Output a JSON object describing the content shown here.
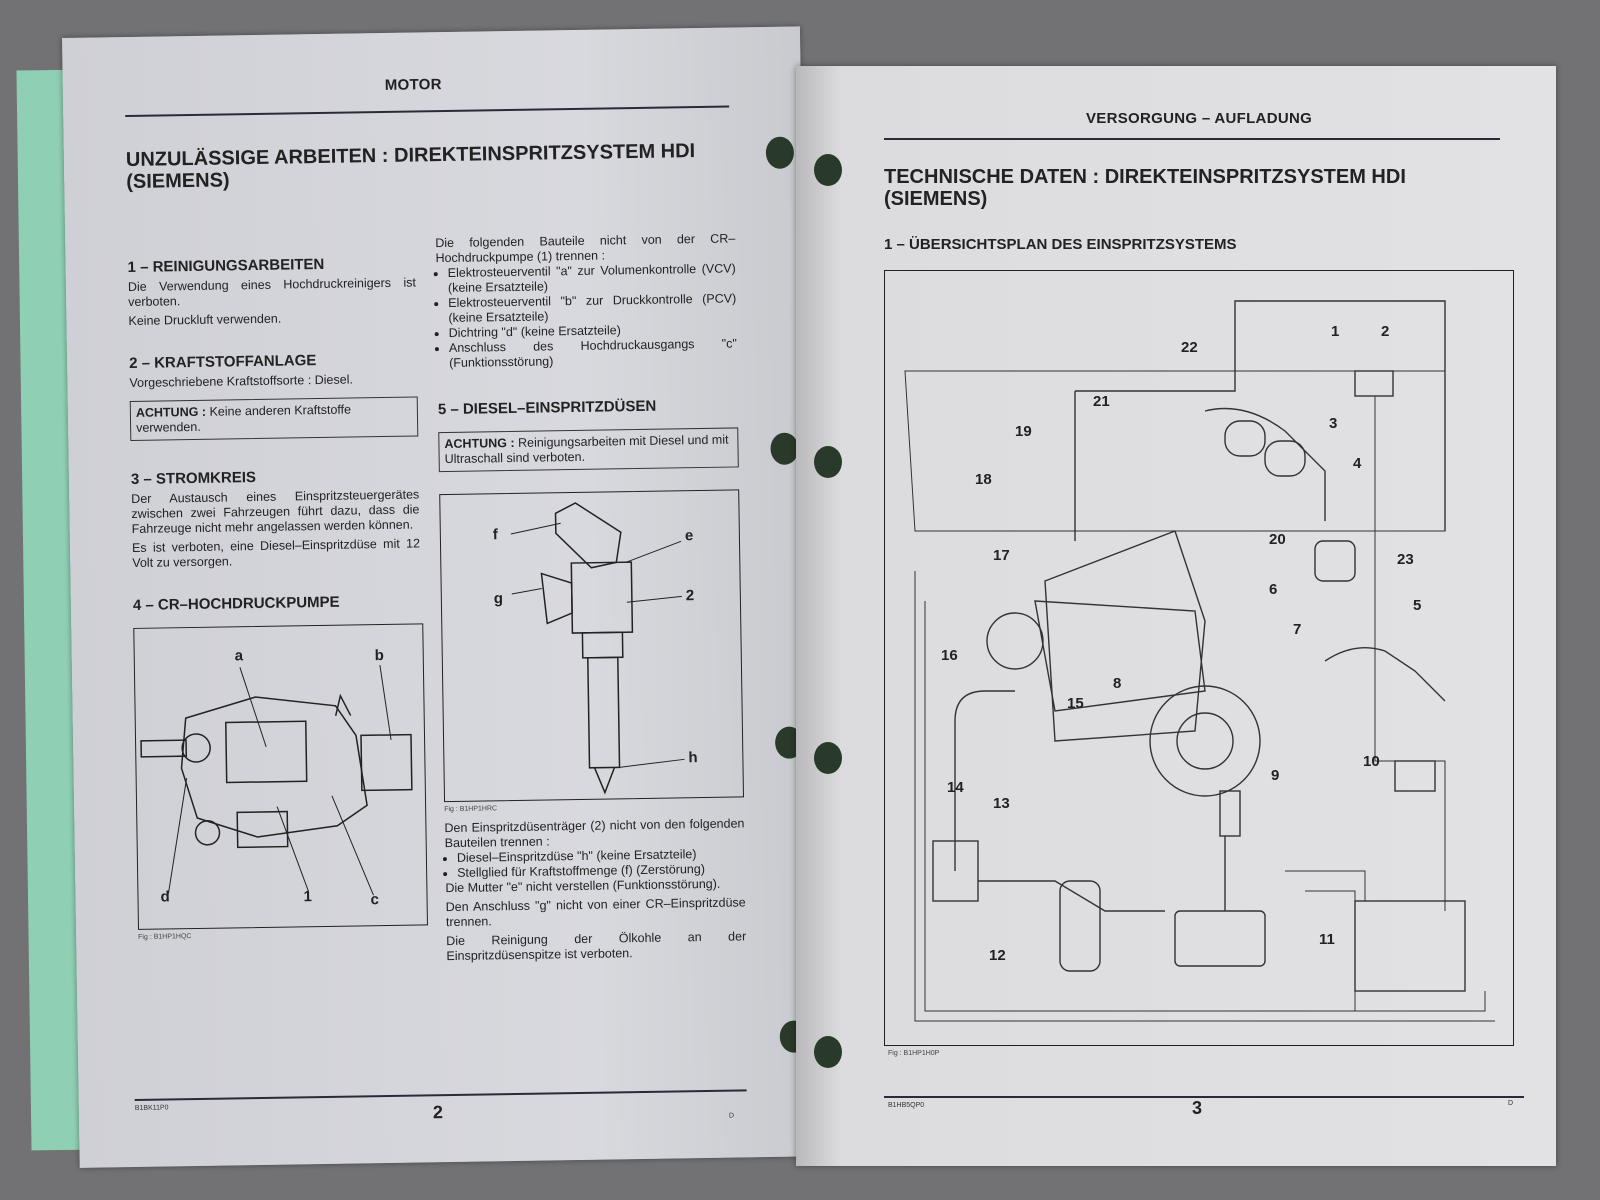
{
  "left_page": {
    "header": "MOTOR",
    "title_line1": "UNZULÄSSIGE ARBEITEN : DIREKTEINSPRITZSYSTEM HDI",
    "title_line2": "(SIEMENS)",
    "sections": {
      "s1": {
        "heading": "1 – REINIGUNGSARBEITEN",
        "p1": "Die Verwendung eines Hochdruckreinigers ist verboten.",
        "p2": "Keine Druckluft verwenden."
      },
      "s2": {
        "heading": "2 – KRAFTSTOFFANLAGE",
        "p1": "Vorgeschriebene Kraftstoffsorte : Diesel.",
        "warn_label": "ACHTUNG :",
        "warn_text": " Keine anderen Kraftstoffe verwenden."
      },
      "s3": {
        "heading": "3 – STROMKREIS",
        "p1": "Der Austausch eines Einspritzsteuergerätes zwischen zwei Fahrzeugen führt dazu, dass die Fahrzeuge nicht mehr angelassen werden können.",
        "p2": "Es ist verboten, eine Diesel–Einspritzdüse mit 12 Volt zu versorgen."
      },
      "s4": {
        "heading": "4 – CR–HOCHDRUCKPUMPE",
        "fig_caption": "Fig : B1HP1HQC",
        "labels": [
          "a",
          "b",
          "d",
          "1",
          "c"
        ]
      },
      "s4_right": {
        "intro": "Die folgenden Bauteile nicht von der CR–Hochdruckpumpe (1) trennen :",
        "items": [
          "Elektrosteuerventil \"a\" zur Volumenkontrolle (VCV) (keine Ersatzteile)",
          "Elektrosteuerventil \"b\" zur Druckkontrolle (PCV) (keine Ersatzteile)",
          "Dichtring \"d\" (keine Ersatzteile)",
          "Anschluss des Hochdruckausgangs \"c\" (Funktionsstörung)"
        ]
      },
      "s5": {
        "heading": "5 – DIESEL–EINSPRITZDÜSEN",
        "warn_label": "ACHTUNG :",
        "warn_text": " Reinigungsarbeiten mit Diesel und mit Ultraschall sind verboten.",
        "fig_caption": "Fig : B1HP1HRC",
        "labels": [
          "f",
          "e",
          "g",
          "2",
          "h"
        ],
        "intro": "Den Einspritzdüsenträger (2) nicht von den folgenden Bauteilen trennen :",
        "items": [
          "Diesel–Einspritzdüse \"h\" (keine Ersatzteile)",
          "Stellglied für Kraftstoffmenge (f) (Zerstörung)"
        ],
        "p1": "Die Mutter \"e\" nicht verstellen (Funktionsstörung).",
        "p2": "Den Anschluss \"g\" nicht von einer CR–Einspritzdüse trennen.",
        "p3": "Die Reinigung der Ölkohle an der Einspritzdüsenspitze ist verboten."
      }
    },
    "footer_code": "B1BK11P0",
    "page_number": "2",
    "footer_lang": "D"
  },
  "right_page": {
    "header": "VERSORGUNG – AUFLADUNG",
    "title_line1": "TECHNISCHE DATEN : DIREKTEINSPRITZSYSTEM HDI",
    "title_line2": "(SIEMENS)",
    "subheading": "1 – ÜBERSICHTSPLAN DES EINSPRITZSYSTEMS",
    "diagram_labels": [
      "1",
      "2",
      "3",
      "4",
      "5",
      "6",
      "7",
      "8",
      "9",
      "10",
      "11",
      "12",
      "13",
      "14",
      "15",
      "16",
      "17",
      "18",
      "19",
      "20",
      "21",
      "22",
      "23"
    ],
    "fig_caption": "Fig : B1HP1H0P",
    "footer_code": "B1HB5QP0",
    "page_number": "3",
    "footer_lang": "D"
  },
  "colors": {
    "background": "#727274",
    "paper": "#dcdcde",
    "tab_edge": "#8fd0b4",
    "ink": "#222222"
  }
}
